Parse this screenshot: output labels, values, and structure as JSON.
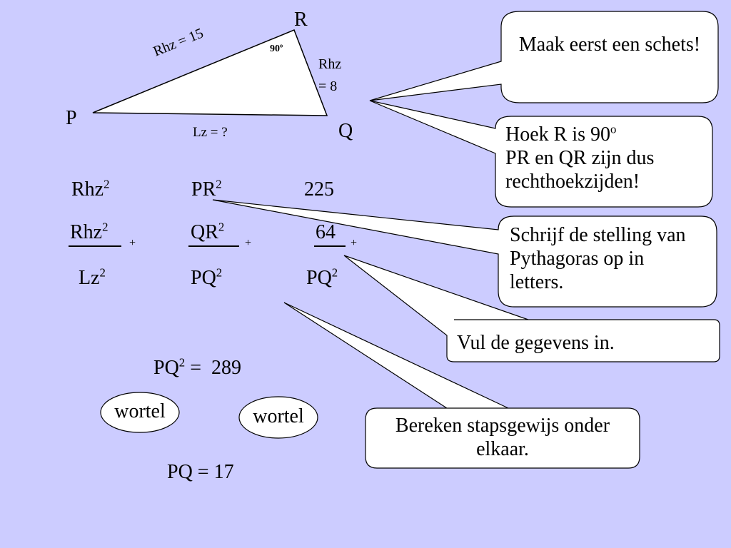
{
  "triangle": {
    "vertex_p": "P",
    "vertex_q": "Q",
    "vertex_r": "R",
    "label_pr": "Rhz = 15",
    "label_qr_line1": "Rhz",
    "label_qr_line2": "= 8",
    "label_pq": "Lz = ?",
    "angle": "90",
    "angle_sup": "o"
  },
  "formula": {
    "col1": {
      "row1": "Rhz",
      "row2": "Rhz",
      "row3": "Lz"
    },
    "col2": {
      "row1": "PR",
      "row2": "QR",
      "row3": "PQ"
    },
    "col3": {
      "row1": "225",
      "row2": "64",
      "row3": "PQ"
    },
    "sup": "2",
    "plus": "+"
  },
  "result": {
    "pq2_label": "PQ",
    "pq2_sup": "2",
    "pq2_eq": "=",
    "pq2_value": "289",
    "wortel_left": "wortel",
    "wortel_right": "wortel",
    "pq_label": "PQ",
    "pq_eq": "=",
    "pq_value": "17"
  },
  "callouts": {
    "schets": "Maak eerst een schets!",
    "hoek_line1_text": "Hoek R is 90",
    "hoek_line1_sup": "o",
    "hoek_line2": "PR en QR zijn dus",
    "hoek_line3": "rechthoekzijden!",
    "stelling": "Schrijf de stelling van Pythagoras op in letters.",
    "gegevens": "Vul de gegevens in.",
    "bereken": "Bereken stapsgewijs onder elkaar."
  },
  "colors": {
    "background": "#ccccff",
    "callout_fill": "#ffffff",
    "stroke": "#000000"
  }
}
